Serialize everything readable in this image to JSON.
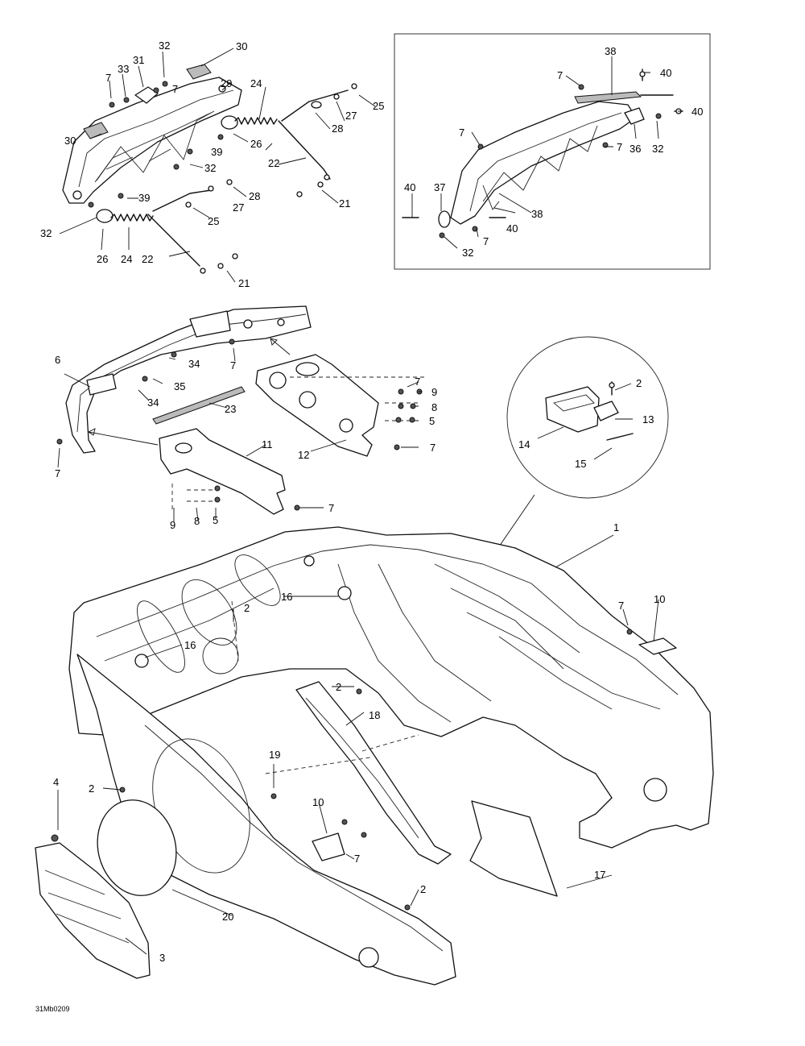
{
  "diagram": {
    "drawing_code": "31Mb0209",
    "callouts": {
      "c1": "1",
      "c2a": "2",
      "c2b": "2",
      "c2c": "2",
      "c2d": "2",
      "c2e": "2",
      "c3": "3",
      "c4": "4",
      "c5a": "5",
      "c5b": "5",
      "c6": "6",
      "c7a": "7",
      "c7b": "7",
      "c7c": "7",
      "c7d": "7",
      "c7e": "7",
      "c7f": "7",
      "c7g": "7",
      "c7h": "7",
      "c7i": "7",
      "c7j": "7",
      "c7k": "7",
      "c7l": "7",
      "c7m": "7",
      "c8a": "8",
      "c8b": "8",
      "c9a": "9",
      "c9b": "9",
      "c10a": "10",
      "c10b": "10",
      "c11": "11",
      "c12": "12",
      "c13": "13",
      "c14": "14",
      "c15": "15",
      "c16a": "16",
      "c16b": "16",
      "c17": "17",
      "c18": "18",
      "c19": "19",
      "c20": "20",
      "c21a": "21",
      "c21b": "21",
      "c22a": "22",
      "c22b": "22",
      "c23": "23",
      "c24a": "24",
      "c24b": "24",
      "c25a": "25",
      "c25b": "25",
      "c26a": "26",
      "c26b": "26",
      "c27a": "27",
      "c27b": "27",
      "c28a": "28",
      "c28b": "28",
      "c29": "29",
      "c30a": "30",
      "c30b": "30",
      "c31": "31",
      "c32a": "32",
      "c32b": "32",
      "c32c": "32",
      "c32d": "32",
      "c32e": "32",
      "c33": "33",
      "c34a": "34",
      "c34b": "34",
      "c35": "35",
      "c36": "36",
      "c37": "37",
      "c38a": "38",
      "c38b": "38",
      "c39a": "39",
      "c39b": "39",
      "c40a": "40",
      "c40b": "40",
      "c40c": "40",
      "c40d": "40"
    }
  }
}
